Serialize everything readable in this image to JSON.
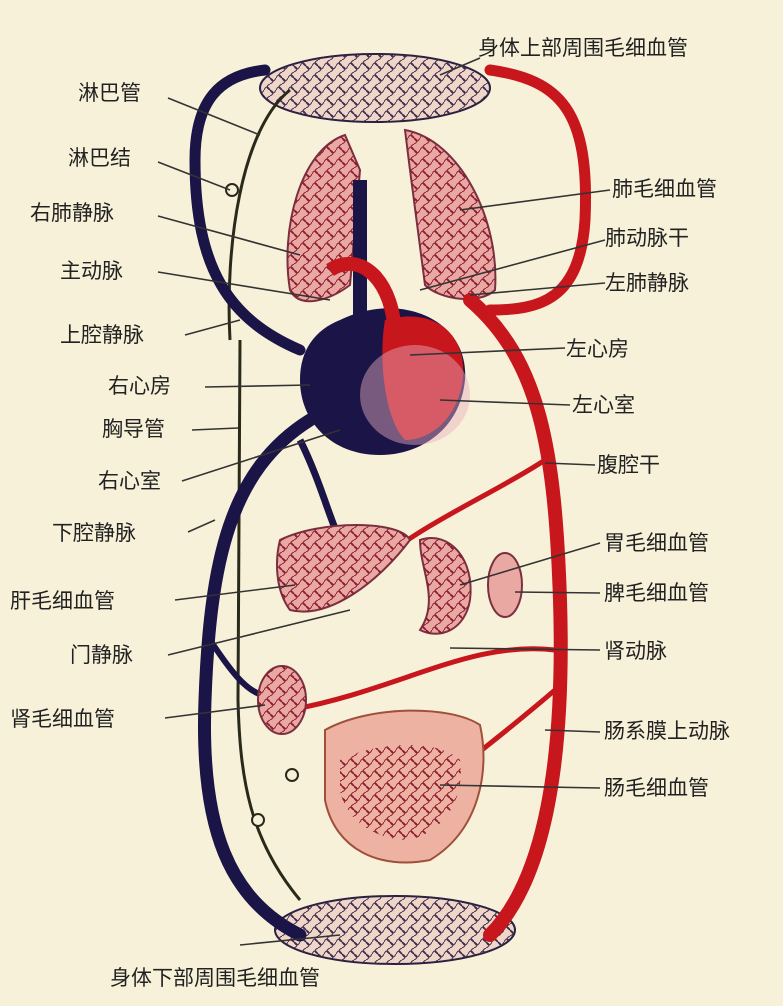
{
  "colors": {
    "background": "#f8f1d9",
    "artery": "#c8161d",
    "vein": "#1b1547",
    "lymph": "#2a2a1a",
    "capillary_fill": "#e9a8a2",
    "text": "#222222"
  },
  "labels": {
    "upper_capillaries": "身体上部周围毛细血管",
    "lymph_vessel": "淋巴管",
    "lymph_node": "淋巴结",
    "right_pulmonary_vein": "右肺静脉",
    "aorta": "主动脉",
    "superior_vena_cava": "上腔静脉",
    "right_atrium": "右心房",
    "thoracic_duct": "胸导管",
    "right_ventricle": "右心室",
    "inferior_vena_cava": "下腔静脉",
    "liver_capillaries": "肝毛细血管",
    "portal_vein": "门静脉",
    "kidney_capillaries": "肾毛细血管",
    "lung_capillaries": "肺毛细血管",
    "pulmonary_trunk": "肺动脉干",
    "left_pulmonary_vein": "左肺静脉",
    "left_atrium": "左心房",
    "left_ventricle": "左心室",
    "celiac_trunk": "腹腔干",
    "stomach_capillaries": "胃毛细血管",
    "spleen_capillaries": "脾毛细血管",
    "renal_artery": "肾动脉",
    "superior_mesenteric_artery": "肠系膜上动脉",
    "intestine_capillaries": "肠毛细血管",
    "lower_capillaries": "身体下部周围毛细血管"
  }
}
